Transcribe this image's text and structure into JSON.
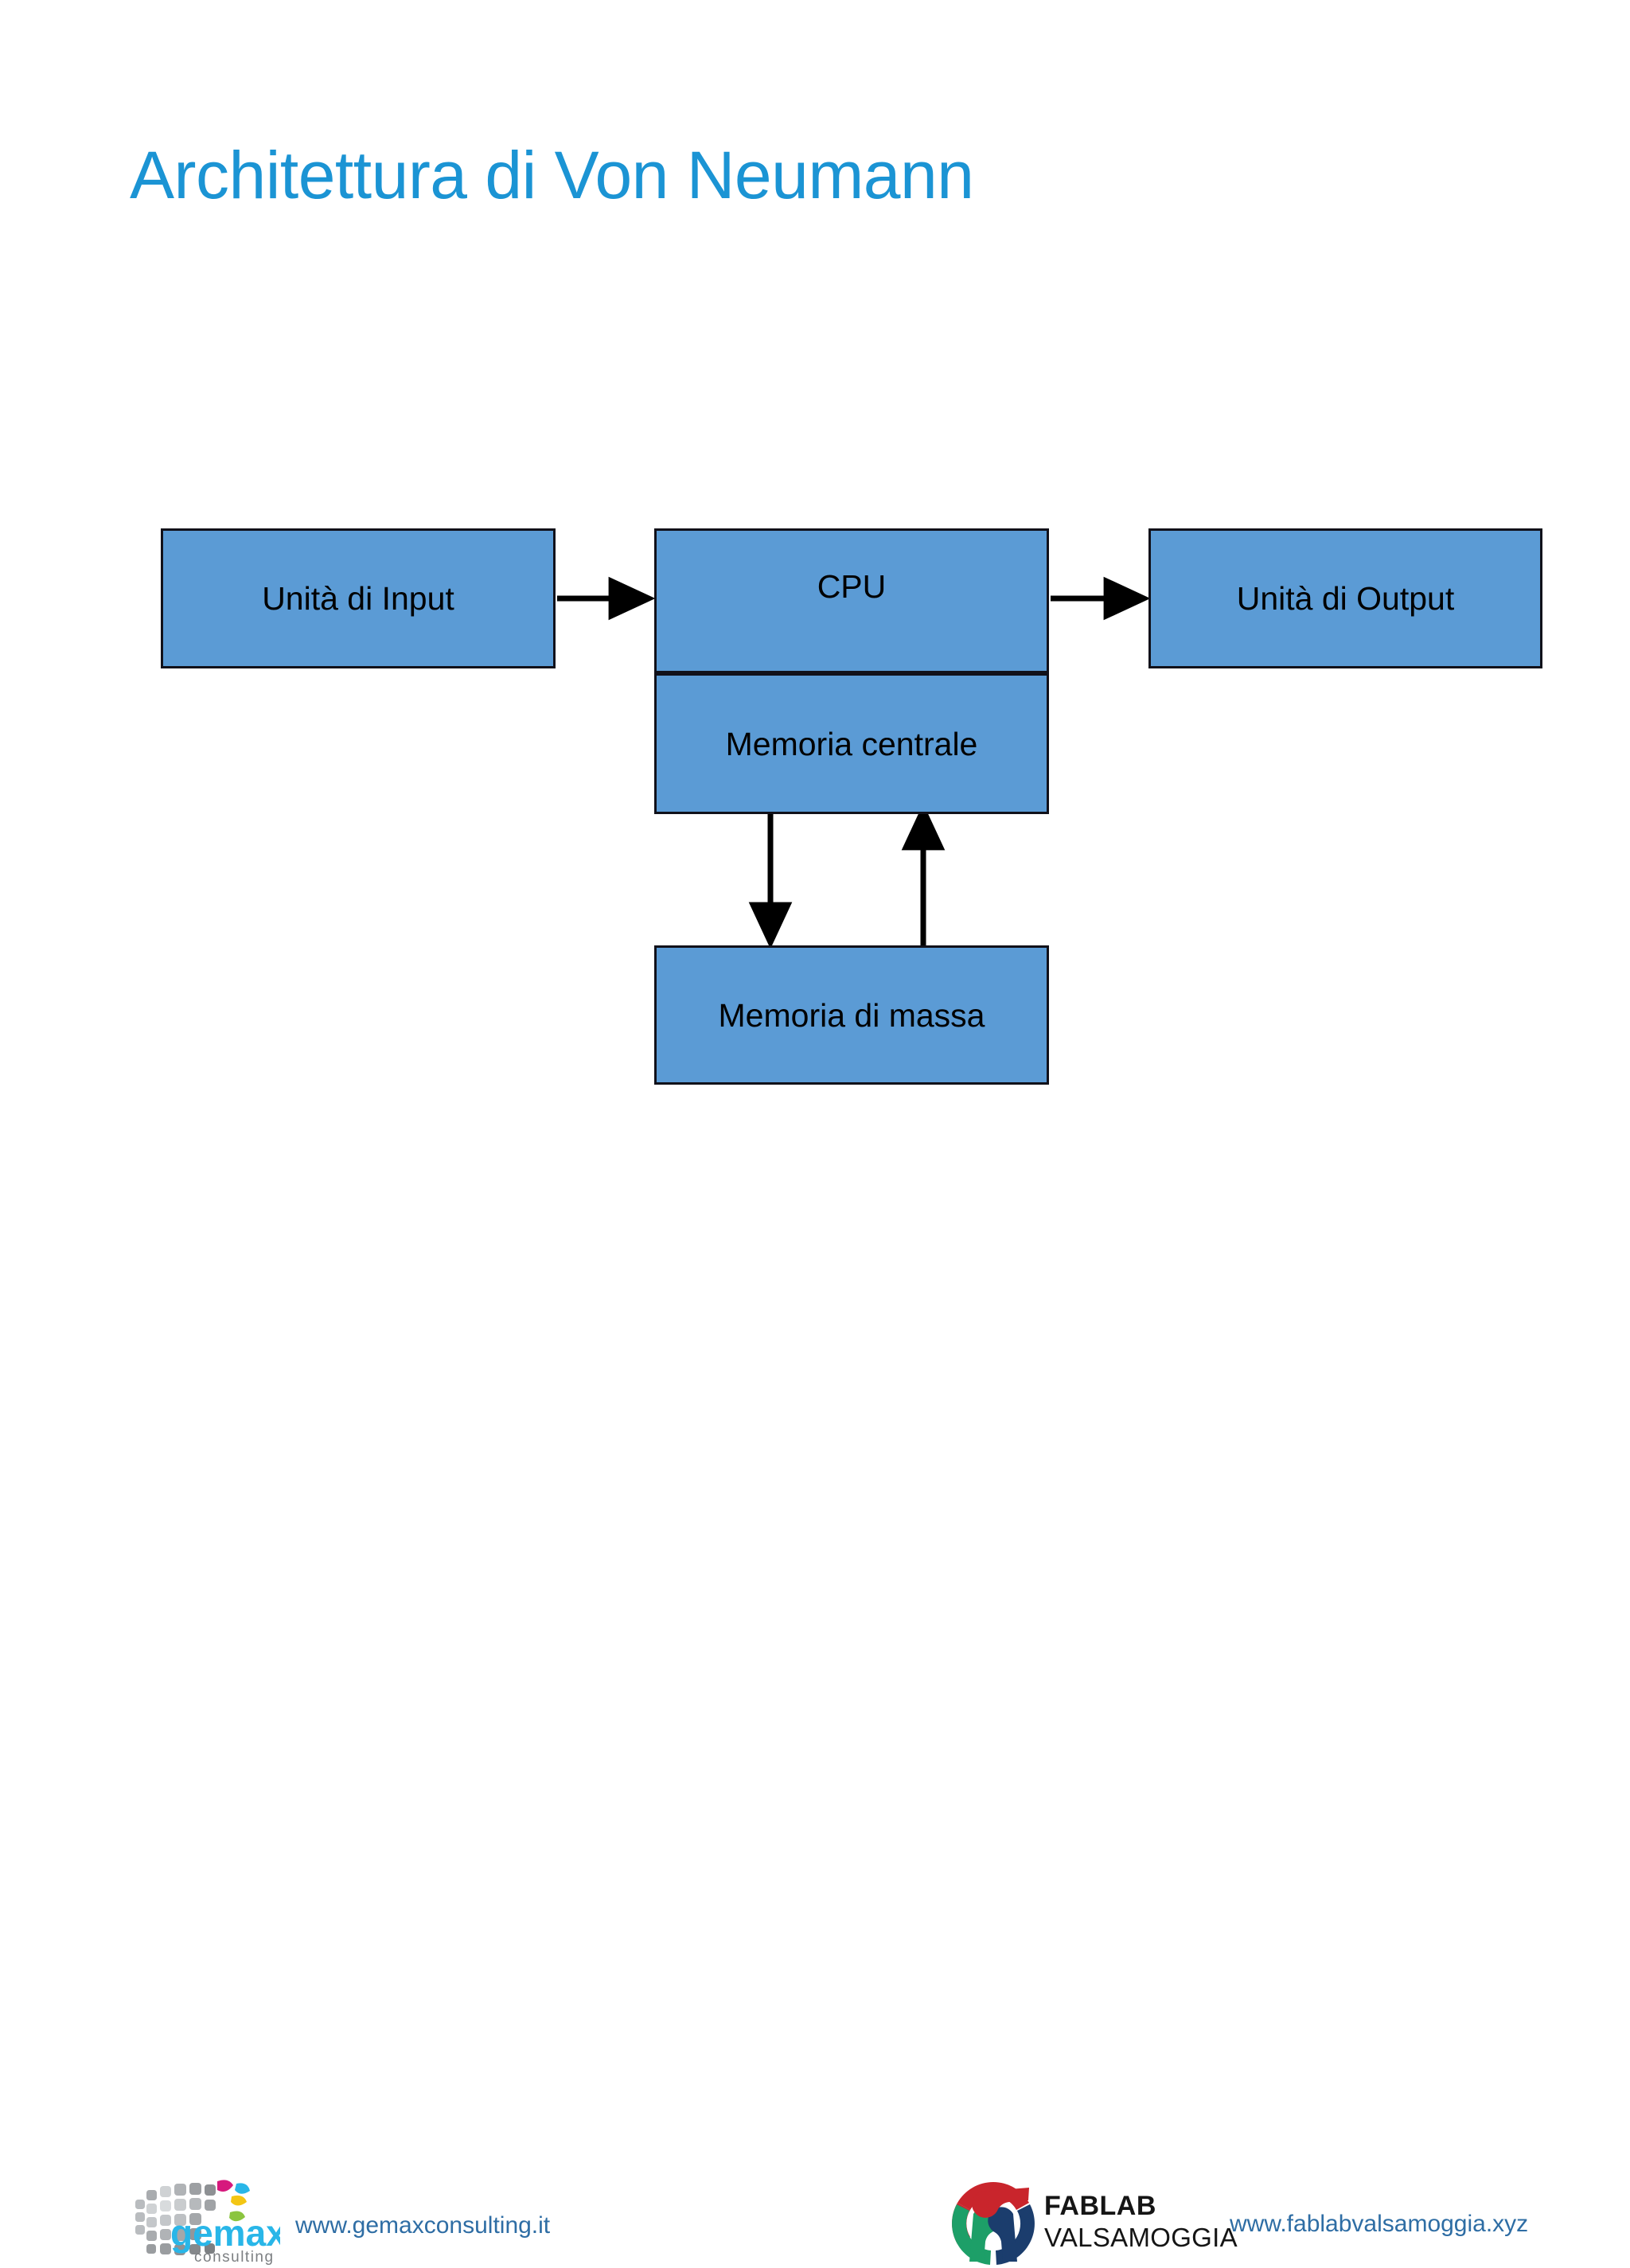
{
  "slide": {
    "title": "Architettura di Von Neumann",
    "title_color": "#1b94d4",
    "background_color": "#ffffff"
  },
  "diagram": {
    "node_fill": "#5b9bd5",
    "node_border": "#11111a",
    "arrow_color": "#000000",
    "nodes": [
      {
        "id": "input",
        "label": "Unità di Input"
      },
      {
        "id": "cpu",
        "label": "CPU"
      },
      {
        "id": "output",
        "label": "Unità di Output"
      },
      {
        "id": "memoria_centrale",
        "label": "Memoria centrale"
      },
      {
        "id": "memoria_massa",
        "label": "Memoria di massa"
      }
    ],
    "arrows": [
      {
        "from": "input",
        "to": "cpu",
        "direction": "right"
      },
      {
        "from": "cpu",
        "to": "output",
        "direction": "right"
      },
      {
        "from": "memoria_centrale",
        "to": "cpu",
        "direction": "up"
      },
      {
        "from": "cpu",
        "to": "memoria_centrale",
        "direction": "down"
      },
      {
        "from": "memoria_centrale",
        "to": "memoria_massa",
        "direction": "down"
      },
      {
        "from": "memoria_massa",
        "to": "memoria_centrale",
        "direction": "up"
      }
    ]
  },
  "footer": {
    "gemax": {
      "logo_wordmark": "gemax",
      "logo_subtitle": "consulting",
      "url": "www.gemaxconsulting.it",
      "url_color": "#2e6da4"
    },
    "fablab": {
      "name_line1": "FABLAB",
      "name_line2": "VALSAMOGGIA",
      "url": "www.fablabvalsamoggia.xyz",
      "url_color": "#2e6da4"
    }
  }
}
